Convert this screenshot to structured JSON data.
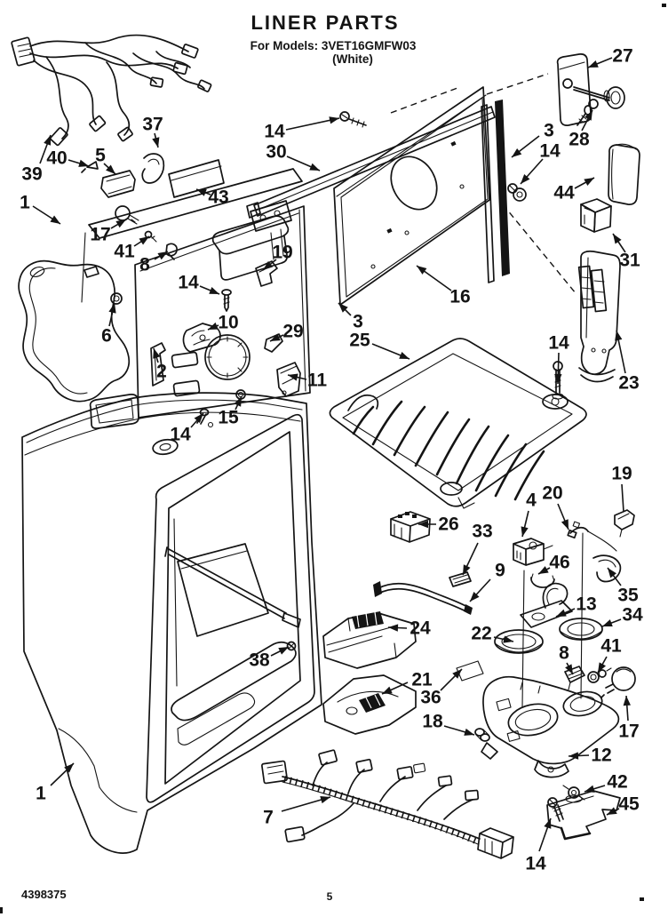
{
  "doc": {
    "title": "LINER PARTS",
    "models_line": "For Models: 3VET16GMFW03",
    "color_line": "(White)",
    "part_number": "4398375",
    "page_number": "5"
  },
  "colors": {
    "ink": "#141414",
    "paper": "#ffffff"
  },
  "callouts": [
    {
      "label": "39",
      "text": [
        36,
        196
      ],
      "arrow": [
        45,
        184,
        57,
        152
      ]
    },
    {
      "label": "40",
      "text": [
        64,
        178
      ],
      "arrow": [
        77,
        180,
        100,
        187
      ]
    },
    {
      "label": "5",
      "text": [
        113,
        175
      ],
      "arrow": [
        117,
        184,
        130,
        196
      ]
    },
    {
      "label": "37",
      "text": [
        172,
        140
      ],
      "arrow": [
        174,
        150,
        178,
        166
      ]
    },
    {
      "label": "1",
      "text": [
        28,
        228
      ],
      "arrow": [
        37,
        232,
        68,
        252
      ]
    },
    {
      "label": "43",
      "text": [
        246,
        222
      ],
      "arrow": [
        237,
        219,
        221,
        213
      ]
    },
    {
      "label": "14",
      "text": [
        309,
        148
      ],
      "arrow": [
        322,
        146,
        382,
        133
      ]
    },
    {
      "label": "30",
      "text": [
        311,
        171
      ],
      "arrow": [
        323,
        176,
        360,
        192
      ]
    },
    {
      "label": "27",
      "text": [
        701,
        63
      ],
      "arrow": [
        689,
        65,
        662,
        76
      ]
    },
    {
      "label": "28",
      "text": [
        652,
        157
      ],
      "arrow": [
        655,
        147,
        667,
        124
      ]
    },
    {
      "label": "3",
      "text": [
        618,
        147
      ],
      "arrow": [
        607,
        153,
        576,
        177
      ]
    },
    {
      "label": "14",
      "text": [
        619,
        170
      ],
      "arrow": [
        611,
        179,
        586,
        207
      ]
    },
    {
      "label": "44",
      "text": [
        635,
        217
      ],
      "arrow": [
        647,
        212,
        669,
        200
      ]
    },
    {
      "label": "31",
      "text": [
        709,
        293
      ],
      "arrow": [
        704,
        284,
        690,
        263
      ]
    },
    {
      "label": "23",
      "text": [
        708,
        431
      ],
      "arrow": [
        704,
        420,
        694,
        372
      ]
    },
    {
      "label": "16",
      "text": [
        518,
        334
      ],
      "arrow": [
        508,
        327,
        469,
        299
      ]
    },
    {
      "label": "3",
      "text": [
        403,
        362
      ],
      "arrow": [
        395,
        355,
        381,
        341
      ]
    },
    {
      "label": "25",
      "text": [
        405,
        383
      ],
      "arrow": [
        419,
        387,
        461,
        404
      ]
    },
    {
      "label": "14",
      "text": [
        629,
        386
      ],
      "arrow": [
        629,
        397,
        628,
        432
      ]
    },
    {
      "label": "17",
      "text": [
        113,
        264
      ],
      "arrow": [
        125,
        257,
        142,
        247
      ]
    },
    {
      "label": "41",
      "text": [
        140,
        283
      ],
      "arrow": [
        151,
        277,
        168,
        266
      ]
    },
    {
      "label": "8",
      "text": [
        163,
        298
      ],
      "arrow": [
        174,
        292,
        189,
        283
      ]
    },
    {
      "label": "14",
      "text": [
        212,
        318
      ],
      "arrow": [
        225,
        322,
        247,
        331
      ]
    },
    {
      "label": "19",
      "text": [
        318,
        284
      ],
      "arrow": [
        311,
        292,
        296,
        304
      ]
    },
    {
      "label": "10",
      "text": [
        257,
        363
      ],
      "arrow": [
        246,
        366,
        234,
        371
      ]
    },
    {
      "label": "29",
      "text": [
        330,
        373
      ],
      "arrow": [
        319,
        377,
        304,
        384
      ]
    },
    {
      "label": "2",
      "text": [
        182,
        418
      ],
      "arrow": [
        178,
        408,
        173,
        392
      ]
    },
    {
      "label": "11",
      "text": [
        357,
        428
      ],
      "arrow": [
        345,
        427,
        324,
        422
      ]
    },
    {
      "label": "6",
      "text": [
        120,
        378
      ],
      "arrow": [
        123,
        367,
        129,
        341
      ]
    },
    {
      "label": "15",
      "text": [
        257,
        470
      ],
      "arrow": [
        265,
        461,
        272,
        446
      ]
    },
    {
      "label": "14",
      "text": [
        203,
        489
      ],
      "arrow": [
        215,
        481,
        229,
        465
      ]
    },
    {
      "label": "38",
      "text": [
        292,
        743
      ],
      "arrow": [
        305,
        738,
        325,
        728
      ]
    },
    {
      "label": "1",
      "text": [
        46,
        893
      ],
      "arrow": [
        57,
        884,
        83,
        859
      ]
    },
    {
      "label": "26",
      "text": [
        505,
        590
      ],
      "arrow": [
        491,
        590,
        471,
        590
      ]
    },
    {
      "label": "33",
      "text": [
        543,
        598
      ],
      "arrow": [
        538,
        611,
        521,
        647
      ]
    },
    {
      "label": "9",
      "text": [
        563,
        642
      ],
      "arrow": [
        552,
        652,
        529,
        677
      ]
    },
    {
      "label": "4",
      "text": [
        598,
        563
      ],
      "arrow": [
        595,
        575,
        588,
        604
      ]
    },
    {
      "label": "20",
      "text": [
        622,
        555
      ],
      "arrow": [
        628,
        567,
        640,
        596
      ]
    },
    {
      "label": "19",
      "text": [
        700,
        533
      ],
      "line": [
        700,
        545,
        702,
        576
      ]
    },
    {
      "label": "46",
      "text": [
        630,
        633
      ],
      "arrow": [
        619,
        639,
        606,
        646
      ]
    },
    {
      "label": "13",
      "text": [
        660,
        680
      ],
      "arrow": [
        647,
        685,
        626,
        694
      ]
    },
    {
      "label": "35",
      "text": [
        707,
        670
      ],
      "arrow": [
        699,
        659,
        684,
        639
      ]
    },
    {
      "label": "34",
      "text": [
        712,
        692
      ],
      "arrow": [
        699,
        697,
        678,
        705
      ]
    },
    {
      "label": "22",
      "text": [
        542,
        713
      ],
      "arrow": [
        556,
        717,
        578,
        722
      ]
    },
    {
      "label": "24",
      "text": [
        473,
        707
      ],
      "arrow": [
        458,
        707,
        437,
        706
      ]
    },
    {
      "label": "8",
      "text": [
        635,
        735
      ],
      "arrow": [
        638,
        746,
        645,
        759
      ]
    },
    {
      "label": "41",
      "text": [
        688,
        727
      ],
      "arrow": [
        683,
        739,
        673,
        757
      ]
    },
    {
      "label": "17",
      "text": [
        708,
        823
      ],
      "arrow": [
        707,
        811,
        705,
        783
      ]
    },
    {
      "label": "21",
      "text": [
        475,
        765
      ],
      "arrow": [
        459,
        768,
        430,
        781
      ]
    },
    {
      "label": "36",
      "text": [
        485,
        785
      ],
      "arrow": [
        496,
        777,
        520,
        753
      ]
    },
    {
      "label": "18",
      "text": [
        487,
        812
      ],
      "arrow": [
        500,
        817,
        534,
        827
      ]
    },
    {
      "label": "12",
      "text": [
        677,
        850
      ],
      "arrow": [
        663,
        850,
        640,
        851
      ]
    },
    {
      "label": "42",
      "text": [
        695,
        880
      ],
      "arrow": [
        681,
        884,
        658,
        891
      ]
    },
    {
      "label": "45",
      "text": [
        708,
        905
      ],
      "arrow": [
        697,
        910,
        683,
        917
      ]
    },
    {
      "label": "14",
      "text": [
        603,
        972
      ],
      "arrow": [
        607,
        958,
        620,
        921
      ]
    },
    {
      "label": "7",
      "text": [
        302,
        920
      ],
      "arrow": [
        317,
        913,
        372,
        897
      ]
    }
  ]
}
